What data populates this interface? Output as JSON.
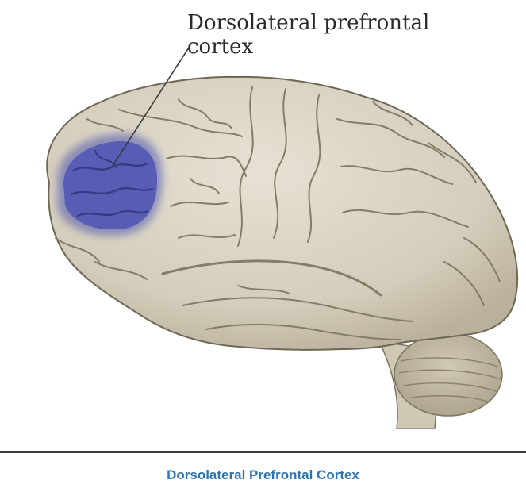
{
  "figure": {
    "label_line1": "Dorsolateral prefrontal",
    "label_line2": "cortex",
    "highlight_color": "#4e55b0",
    "brain_color": "#d8d2c2"
  },
  "caption": {
    "text": "Dorsolateral Prefrontal Cortex",
    "color": "#2e74b5"
  }
}
